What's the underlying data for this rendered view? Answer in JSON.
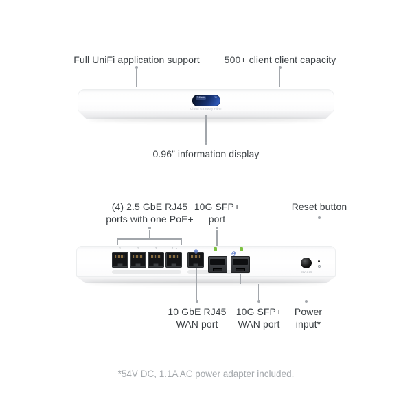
{
  "front": {
    "label_app_support": "Full UniFi application support",
    "label_client_capacity": "500+ client client capacity",
    "label_display": "0.96” information display",
    "device": {
      "model_name": "Cloud Gateway Fiber",
      "screen": {
        "alerts": "2 Alerts",
        "days": "30",
        "down_value": "492",
        "down_unit": "Mbps",
        "up_value": "234",
        "up_unit": "Mbps"
      }
    }
  },
  "back": {
    "label_lan_ports": "(4) 2.5 GbE RJ45\nports with one PoE+",
    "label_sfp_port": "10G SFP+\nport",
    "label_reset": "Reset button",
    "label_wan_rj45": "10 GbE RJ45\nWAN port",
    "label_wan_sfp": "10G SFP+\nWAN port",
    "label_power": "Power\ninput*",
    "port_numbers": [
      "1",
      "2",
      "3",
      "4"
    ],
    "poe_bolt": "ϟ",
    "power_jack_label": "54V 1.1A"
  },
  "footnote": "*54V DC, 1.1A AC power adapter included.",
  "icons": {
    "wan_globe": "globe-icon",
    "sfp_module": "module-green-square-icon",
    "reset": "reset-circle-icon"
  },
  "colors": {
    "label_text": "#3b4044",
    "leader_line": "#a2a6ab",
    "footnote_text": "#a4a8ac",
    "poe_green": "#7ec243",
    "wan_blue": "#5a78c8",
    "screen_navy": "#16306e",
    "device_body": "#ffffff"
  }
}
